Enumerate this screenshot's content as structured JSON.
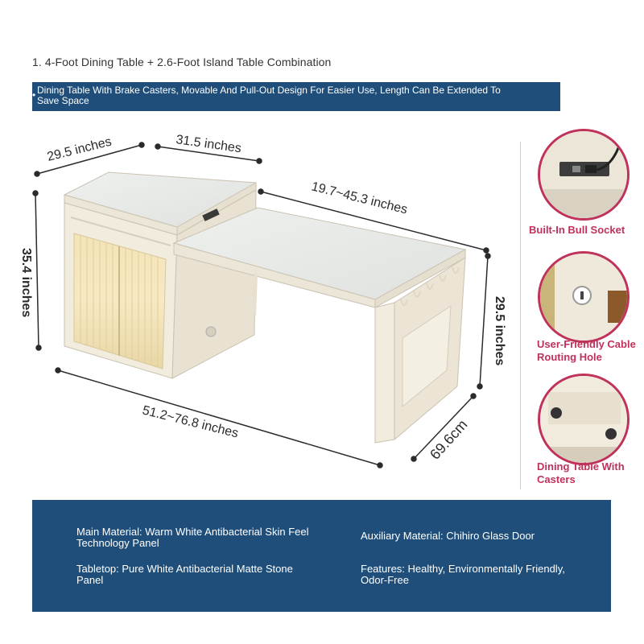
{
  "headline": "1. 4-Foot Dining Table + 2.6-Foot Island Table Combination",
  "subbanner": "Dining Table With Brake Casters, Movable And Pull-Out Design For Easier Use, Length Can Be Extended To Save Space",
  "dimensions": {
    "depth_top": "29.5 inches",
    "width_cabinet": "31.5 inches",
    "extension": "19.7~45.3 inches",
    "height_cabinet": "35.4 inches",
    "height_table": "29.5 inches",
    "length": "51.2~76.8 inches",
    "table_depth": "69.6cm"
  },
  "callouts": [
    {
      "label": "Built-In Bull Socket"
    },
    {
      "label": "User-Friendly Cable Routing Hole"
    },
    {
      "label": "Dining Table With Casters"
    }
  ],
  "specs": {
    "main_material": "Main Material: Warm White Antibacterial Skin Feel Technology Panel",
    "auxiliary_material": "Auxiliary Material: Chihiro Glass Door",
    "tabletop": "Tabletop: Pure White Antibacterial Matte Stone Panel",
    "features": "Features: Healthy, Environmentally Friendly, Odor-Free"
  },
  "colors": {
    "banner": "#1e4e79",
    "accent": "#c0325a",
    "furniture": "#f1ebdd"
  }
}
